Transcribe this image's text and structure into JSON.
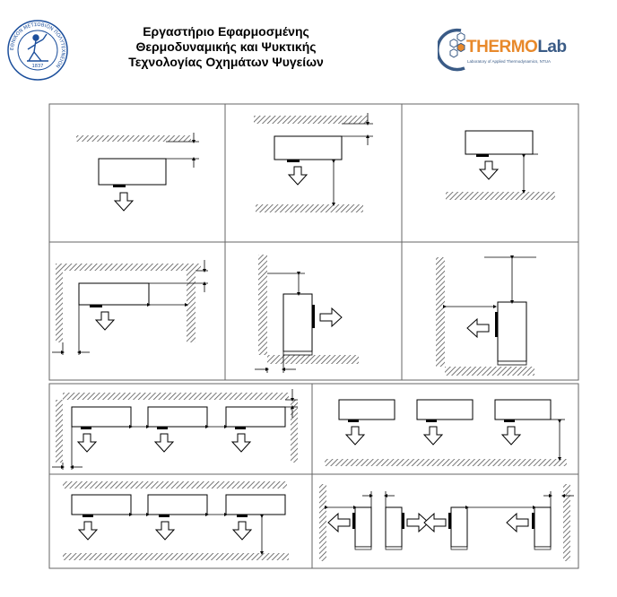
{
  "header": {
    "title_lines": [
      "Εργαστήριο Εφαρμοσμένης",
      "Θερμοδυναμικής και Ψυκτικής",
      "Τεχνολογίας Οχημάτων Ψυγείων"
    ]
  },
  "logo": {
    "text_part1": "THERMO",
    "text_part2": "Lab",
    "subtitle": "Laboratory of Applied Thermodynamics, NTUA",
    "color_primary": "#3a5b86",
    "color_accent": "#e8892b"
  },
  "seal": {
    "ring_text": "ΕΘΝΙΚΟΝ ΜΕΤΣΟΒΙΟΝ ΠΟΛΥΤΕΧΝΕΙΟΝ",
    "year": "1837"
  },
  "figure": {
    "line_color": "#000000",
    "panel_border": "#666666",
    "hatch_color": "#555555"
  }
}
